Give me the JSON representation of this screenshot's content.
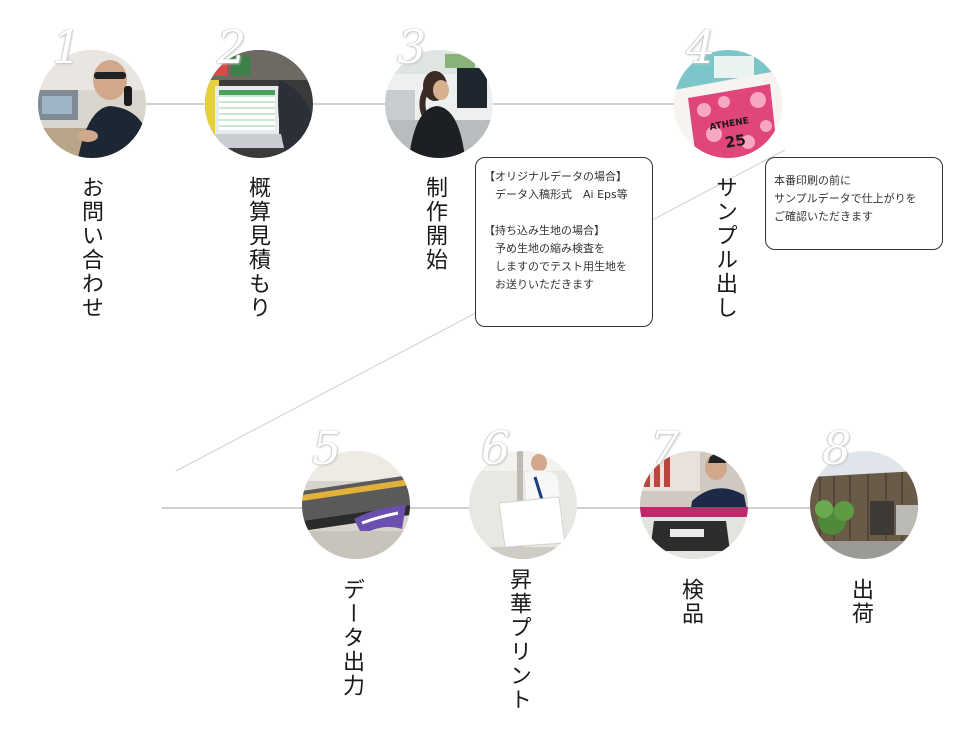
{
  "steps": [
    {
      "number": "1",
      "label": "お問い合わせ",
      "photo": "person-on-phone"
    },
    {
      "number": "2",
      "label": "概算見積もり",
      "photo": "laptop-spreadsheet"
    },
    {
      "number": "3",
      "label": "制作開始",
      "photo": "designer-at-monitor"
    },
    {
      "number": "4",
      "label": "サンプル出し",
      "photo": "printed-fabric-sample"
    },
    {
      "number": "5",
      "label": "データ出力",
      "photo": "wide-format-printer"
    },
    {
      "number": "6",
      "label": "昇華プリント",
      "photo": "sublimation-press"
    },
    {
      "number": "7",
      "label": "検品",
      "photo": "inspector-checking-print"
    },
    {
      "number": "8",
      "label": "出荷",
      "photo": "wooden-factory-building"
    }
  ],
  "notes": {
    "production": {
      "lines": [
        "【オリジナルデータの場合】",
        "　データ入稿形式　Ai Eps等",
        "",
        "【持ち込み生地の場合】",
        "　予め生地の縮み検査を",
        "　しますのでテスト用生地を",
        "　お送りいただきます"
      ]
    },
    "sample": {
      "lines": [
        "本番印刷の前に",
        "サンプルデータで仕上がりを",
        "ご確認いただきます"
      ]
    }
  },
  "sample_print_text": {
    "word": "ATHENE",
    "number": "25"
  },
  "colors": {
    "line": "#b5b5b5",
    "note_border": "#333333",
    "text": "#1a1a1a",
    "accent_pink": "#e0457b"
  }
}
